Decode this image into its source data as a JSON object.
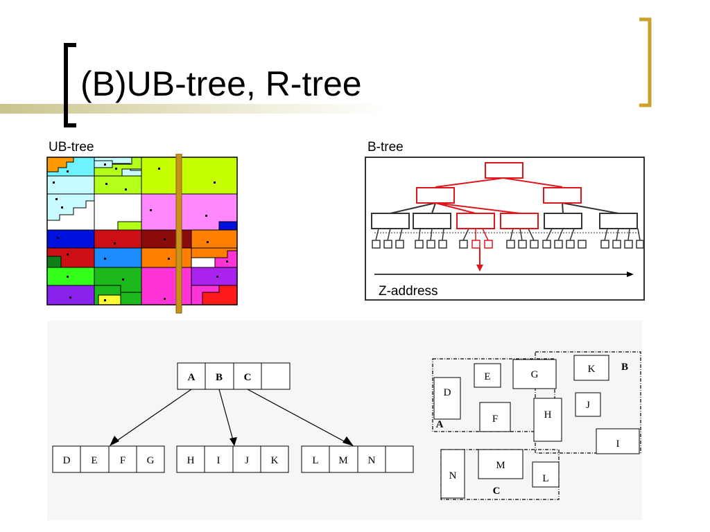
{
  "slide": {
    "title": "(B)UB-tree, R-tree",
    "accent_color": "#c9a227",
    "bar_color": "#c9c38c"
  },
  "ub_tree": {
    "caption": "UB-tree"
  },
  "b_tree": {
    "caption": "B-tree",
    "axis_label": "Z-address",
    "highlight_color": "#e0151b"
  },
  "r_tree": {
    "root_entries": [
      "A",
      "B",
      "C",
      ""
    ],
    "child_nodes": [
      [
        "D",
        "E",
        "F",
        "G"
      ],
      [
        "H",
        "I",
        "J",
        "K"
      ],
      [
        "L",
        "M",
        "N",
        ""
      ]
    ],
    "regions": [
      {
        "label": "A",
        "members": [
          "D",
          "E",
          "F",
          "G"
        ]
      },
      {
        "label": "B",
        "members": [
          "H",
          "I",
          "J",
          "K"
        ]
      },
      {
        "label": "C",
        "members": [
          "L",
          "M",
          "N"
        ]
      }
    ]
  }
}
